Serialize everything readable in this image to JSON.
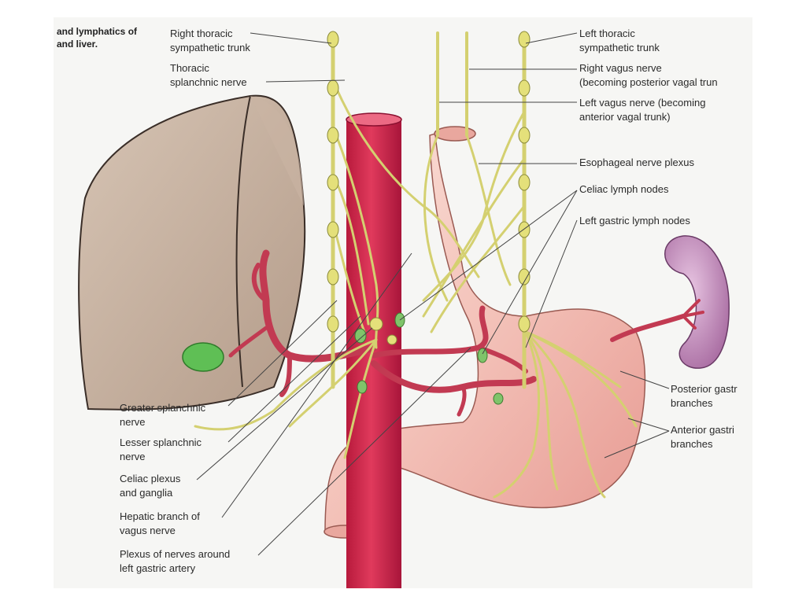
{
  "caption": {
    "line1": "and lymphatics of",
    "line2": "and liver."
  },
  "labels": {
    "right_thoracic_trunk": [
      "Right thoracic",
      "sympathetic trunk"
    ],
    "thoracic_splanchnic": [
      "Thoracic",
      "splanchnic nerve"
    ],
    "left_thoracic_trunk": [
      "Left thoracic",
      "sympathetic trunk"
    ],
    "right_vagus": [
      "Right vagus nerve",
      "(becoming posterior vagal trun"
    ],
    "left_vagus": [
      "Left vagus nerve (becoming",
      "anterior vagal trunk)"
    ],
    "esophageal_plexus": [
      "Esophageal nerve plexus"
    ],
    "celiac_nodes": [
      "Celiac lymph nodes"
    ],
    "left_gastric_nodes": [
      "Left gastric lymph nodes"
    ],
    "posterior_gastric": [
      "Posterior gastr",
      "branches"
    ],
    "anterior_gastric": [
      "Anterior gastri",
      "branches"
    ],
    "greater_splanchnic": [
      "Greater splanchnic",
      "nerve"
    ],
    "lesser_splanchnic": [
      "Lesser splanchnic",
      "nerve"
    ],
    "celiac_plexus": [
      "Celiac plexus",
      "and ganglia"
    ],
    "hepatic_branch": [
      "Hepatic branch of",
      "vagus nerve"
    ],
    "plexus_left_gastric": [
      "Plexus of nerves around",
      "left gastric artery"
    ]
  },
  "colors": {
    "liver": "#c8b4a4",
    "liver_edge": "#3a2e28",
    "aorta": "#d4264a",
    "artery": "#c23a52",
    "nerve": "#d4d070",
    "nerve_edge": "#8a8a3a",
    "stomach": "#f3c1b8",
    "spleen": "#c78ac0",
    "gallbladder": "#5fbf55",
    "lymph_node": "#7fc46a",
    "leader": "#444444"
  }
}
